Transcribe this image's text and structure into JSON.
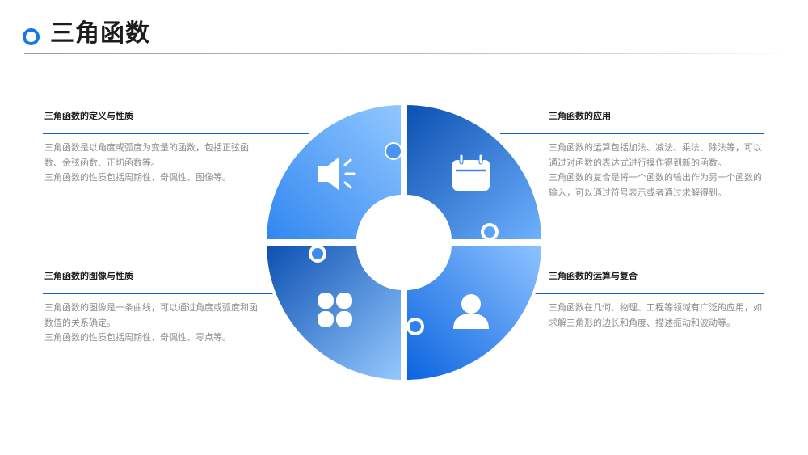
{
  "page": {
    "title": "三角函数"
  },
  "blocks": {
    "top_left": {
      "title": "三角函数的定义与性质",
      "lines": [
        "三角函数是以角度或弧度为变量的函数，包括正弦函数、余弦函数、正切函数等。",
        "三角函数的性质包括周期性、奇偶性、图像等。"
      ]
    },
    "bottom_left": {
      "title": "三角函数的图像与性质",
      "lines": [
        "三角函数的图像是一条曲线，可以通过角度或弧度和函数值的关系确定。",
        "三角函数的性质包括周期性、奇偶性、零点等。"
      ]
    },
    "top_right": {
      "title": "三角函数的应用",
      "lines": [
        "三角函数的运算包括加法、减法、乘法、除法等，可以通过对函数的表达式进行操作得到新的函数。",
        "三角函数的复合是将一个函数的输出作为另一个函数的输入，可以通过符号表示或者通过求解得到。"
      ]
    },
    "bottom_right": {
      "title": "三角函数的运算与复合",
      "lines": [
        "三角函数在几何、物理、工程等领域有广泛的应用，如求解三角形的边长和角度、描述振动和波动等。"
      ]
    }
  },
  "diagram_icons": [
    "megaphone-icon",
    "calendar-icon",
    "apps-grid-icon",
    "user-icon"
  ],
  "colors": {
    "accent": "#1677e6",
    "rule": "#1a5fb4",
    "blue_light": "#8fc4ff",
    "blue_mid": "#3e8ef0",
    "blue_dark": "#0b4fb0",
    "text_muted": "#8c8c8c"
  }
}
